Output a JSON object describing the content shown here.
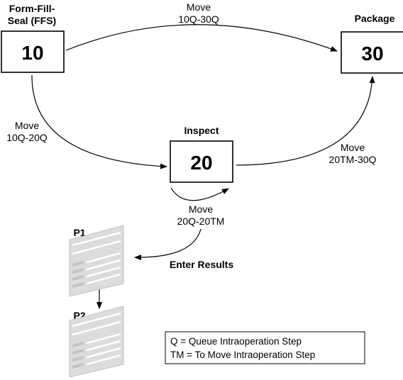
{
  "operations": {
    "op10": {
      "label_line1": "Form-Fill-",
      "label_line2": "Seal (FFS)",
      "number": "10"
    },
    "op20": {
      "label": "Inspect",
      "number": "20"
    },
    "op30": {
      "label": "Package",
      "number": "30"
    }
  },
  "moves": {
    "m10_30": {
      "line1": "Move",
      "line2": "10Q-30Q"
    },
    "m10_20": {
      "line1": "Move",
      "line2": "10Q-20Q"
    },
    "m20_30": {
      "line1": "Move",
      "line2": "20TM-30Q"
    },
    "m20_20": {
      "line1": "Move",
      "line2": "20Q-20TM"
    }
  },
  "enter_results": "Enter Results",
  "forms": {
    "p1": "P1",
    "p2": "P2"
  },
  "legend": {
    "line1": "Q = Queue Intraoperation Step",
    "line2": "TM = To Move Intraoperation Step"
  }
}
